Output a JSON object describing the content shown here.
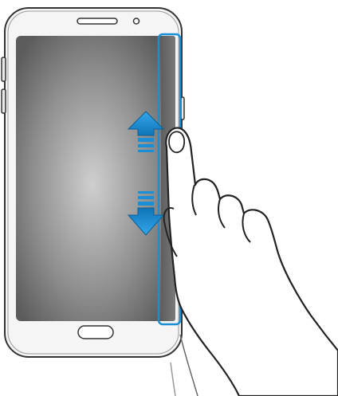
{
  "illustration": {
    "subject": "phone-edge-screen-swipe",
    "gesture": "vertical-swipe-on-edge",
    "directions": [
      "up",
      "down"
    ],
    "icons": [
      "arrow-up-icon",
      "arrow-down-icon",
      "hand-icon",
      "home-button-icon"
    ],
    "colors": {
      "accent": "#1a8fd6",
      "screen_center": "#c9c9c9",
      "screen_edge": "#5a5a5a",
      "edge_panel": "#6b6b6b",
      "phone_body": "#f4f4f4",
      "outline": "#333333"
    }
  }
}
